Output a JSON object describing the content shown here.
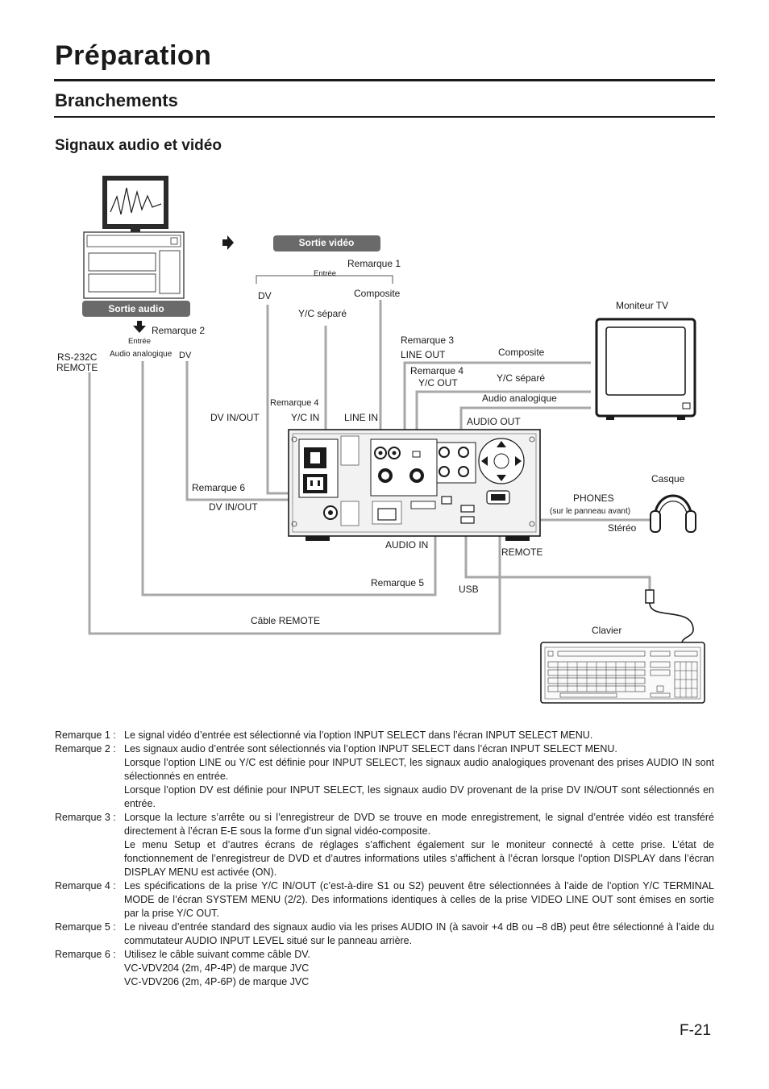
{
  "page": {
    "title": "Préparation",
    "section": "Branchements",
    "subsection": "Signaux audio et vidéo",
    "page_number": "F-21"
  },
  "diagram": {
    "sortie_video": "Sortie vidéo",
    "sortie_audio": "Sortie audio",
    "entree_video": "Entrée",
    "entree_audio": "Entrée",
    "remarque_1": "Remarque 1",
    "remarque_2": "Remarque 2",
    "remarque_3": "Remarque 3",
    "remarque_4_top": "Remarque 4",
    "remarque_4_left": "Remarque 4",
    "remarque_5": "Remarque 5",
    "remarque_6": "Remarque 6",
    "dv_top": "DV",
    "composite_top": "Composite",
    "yc_separe_top": "Y/C séparé",
    "rs232c": "RS-232C",
    "remote_label": "REMOTE",
    "audio_analogique_small": "Audio analogique",
    "dv_small": "DV",
    "moniteur_tv": "Moniteur TV",
    "line_out": "LINE OUT",
    "yc_out": "Y/C OUT",
    "composite_right": "Composite",
    "yc_separe_right": "Y/C séparé",
    "audio_analogique_right": "Audio analogique",
    "audio_out": "AUDIO OUT",
    "dv_in_out_top": "DV IN/OUT",
    "yc_in": "Y/C IN",
    "line_in": "LINE IN",
    "dv_in_out_bottom": "DV IN/OUT",
    "casque": "Casque",
    "phones": "PHONES",
    "phones_sub": "(sur le panneau avant)",
    "stereo": "Stéréo",
    "audio_in": "AUDIO IN",
    "remote_port": "REMOTE",
    "usb": "USB",
    "cable_remote": "Câble REMOTE",
    "clavier": "Clavier"
  },
  "notes": [
    {
      "label": "Remarque 1 :",
      "paragraphs": [
        "Le signal vidéo d’entrée est sélectionné via l’option INPUT SELECT dans l’écran INPUT SELECT MENU."
      ]
    },
    {
      "label": "Remarque 2 :",
      "paragraphs": [
        "Les signaux audio d’entrée sont sélectionnés via l’option INPUT SELECT dans l’écran INPUT SELECT MENU.",
        "Lorsque l’option LINE ou Y/C est définie pour INPUT SELECT, les signaux audio analogiques provenant des prises AUDIO IN sont sélectionnés en entrée.",
        "Lorsque l’option DV est définie pour INPUT SELECT, les signaux audio DV provenant de la prise DV IN/OUT sont sélectionnés en entrée."
      ]
    },
    {
      "label": "Remarque 3 :",
      "paragraphs": [
        "Lorsque la lecture s’arrête ou si l’enregistreur de DVD se trouve en mode enregistrement, le signal d’entrée vidéo est transféré directement à l’écran E-E sous la forme d’un signal vidéo-composite.",
        "Le menu Setup et d’autres écrans de réglages s’affichent également sur le moniteur connecté à cette prise. L’état de fonctionnement de l’enregistreur de DVD et d’autres informations utiles s’affichent à l’écran lorsque l’option DISPLAY dans l’écran DISPLAY MENU est activée (ON)."
      ]
    },
    {
      "label": "Remarque 4 :",
      "paragraphs": [
        "Les spécifications de la prise Y/C IN/OUT (c’est-à-dire S1 ou S2) peuvent être sélectionnées à l’aide de l’option Y/C TERMINAL MODE de l’écran SYSTEM MENU (2/2). Des informations identiques à celles de la prise VIDEO LINE OUT sont émises en sortie par la prise Y/C OUT."
      ]
    },
    {
      "label": "Remarque 5 :",
      "paragraphs": [
        "Le niveau d’entrée standard des signaux audio via les prises AUDIO IN (à savoir +4 dB ou –8 dB) peut être sélectionné à l’aide du commutateur AUDIO INPUT LEVEL situé sur le panneau arrière."
      ]
    },
    {
      "label": "Remarque 6 :",
      "paragraphs": [
        "Utilisez le câble suivant comme câble DV.",
        "VC-VDV204 (2m, 4P-4P) de marque JVC",
        "VC-VDV206 (2m, 4P-6P) de marque JVC"
      ]
    }
  ]
}
